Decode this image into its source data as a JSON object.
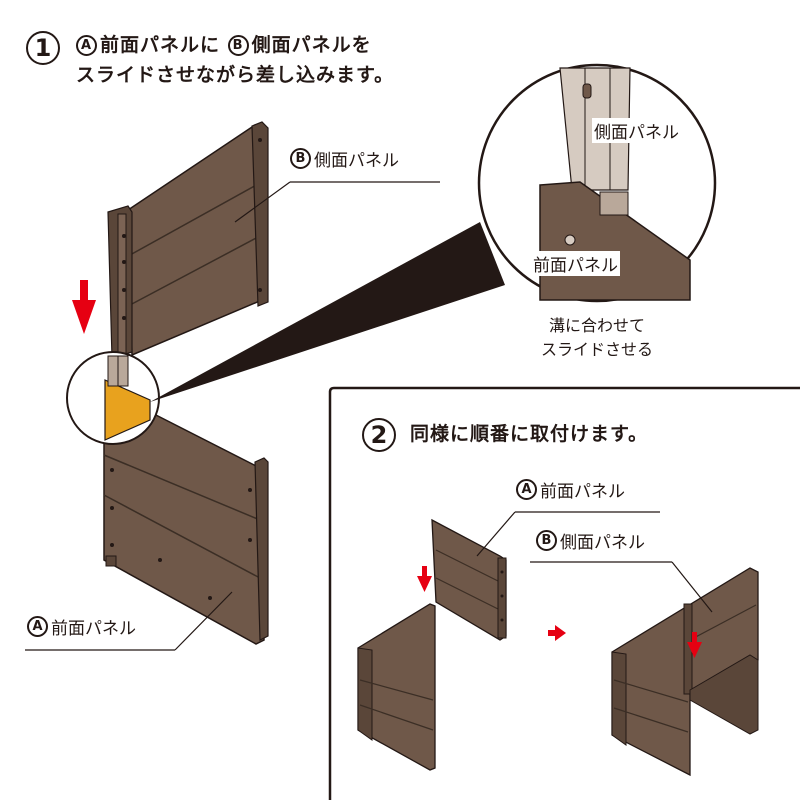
{
  "step1": {
    "number": "1",
    "line1_prefix": "A",
    "line1_text": "前面パネルに",
    "line1_mid": "B",
    "line1_suffix": "側面パネルを",
    "line2": "スライドさせながら差し込みます。"
  },
  "labels": {
    "side_panel_letter": "B",
    "side_panel": "側面パネル",
    "front_panel_letter": "A",
    "front_panel": "前面パネル",
    "zoom_side_panel": "側面パネル",
    "zoom_front_panel": "前面パネル"
  },
  "note": {
    "line1": "溝に合わせて",
    "line2": "スライドさせる"
  },
  "step2": {
    "number": "2",
    "heading": "同様に順番に取付けます。",
    "front_letter": "A",
    "front_label": "前面パネル",
    "side_letter": "B",
    "side_label": "側面パネル"
  },
  "colors": {
    "wood": "#6f5849",
    "wood_dark": "#4a3a30",
    "outline": "#231815",
    "arrow": "#e60012",
    "highlight": "#e8a21e"
  },
  "icons": [
    "down-arrow-icon",
    "right-arrow-icon"
  ]
}
